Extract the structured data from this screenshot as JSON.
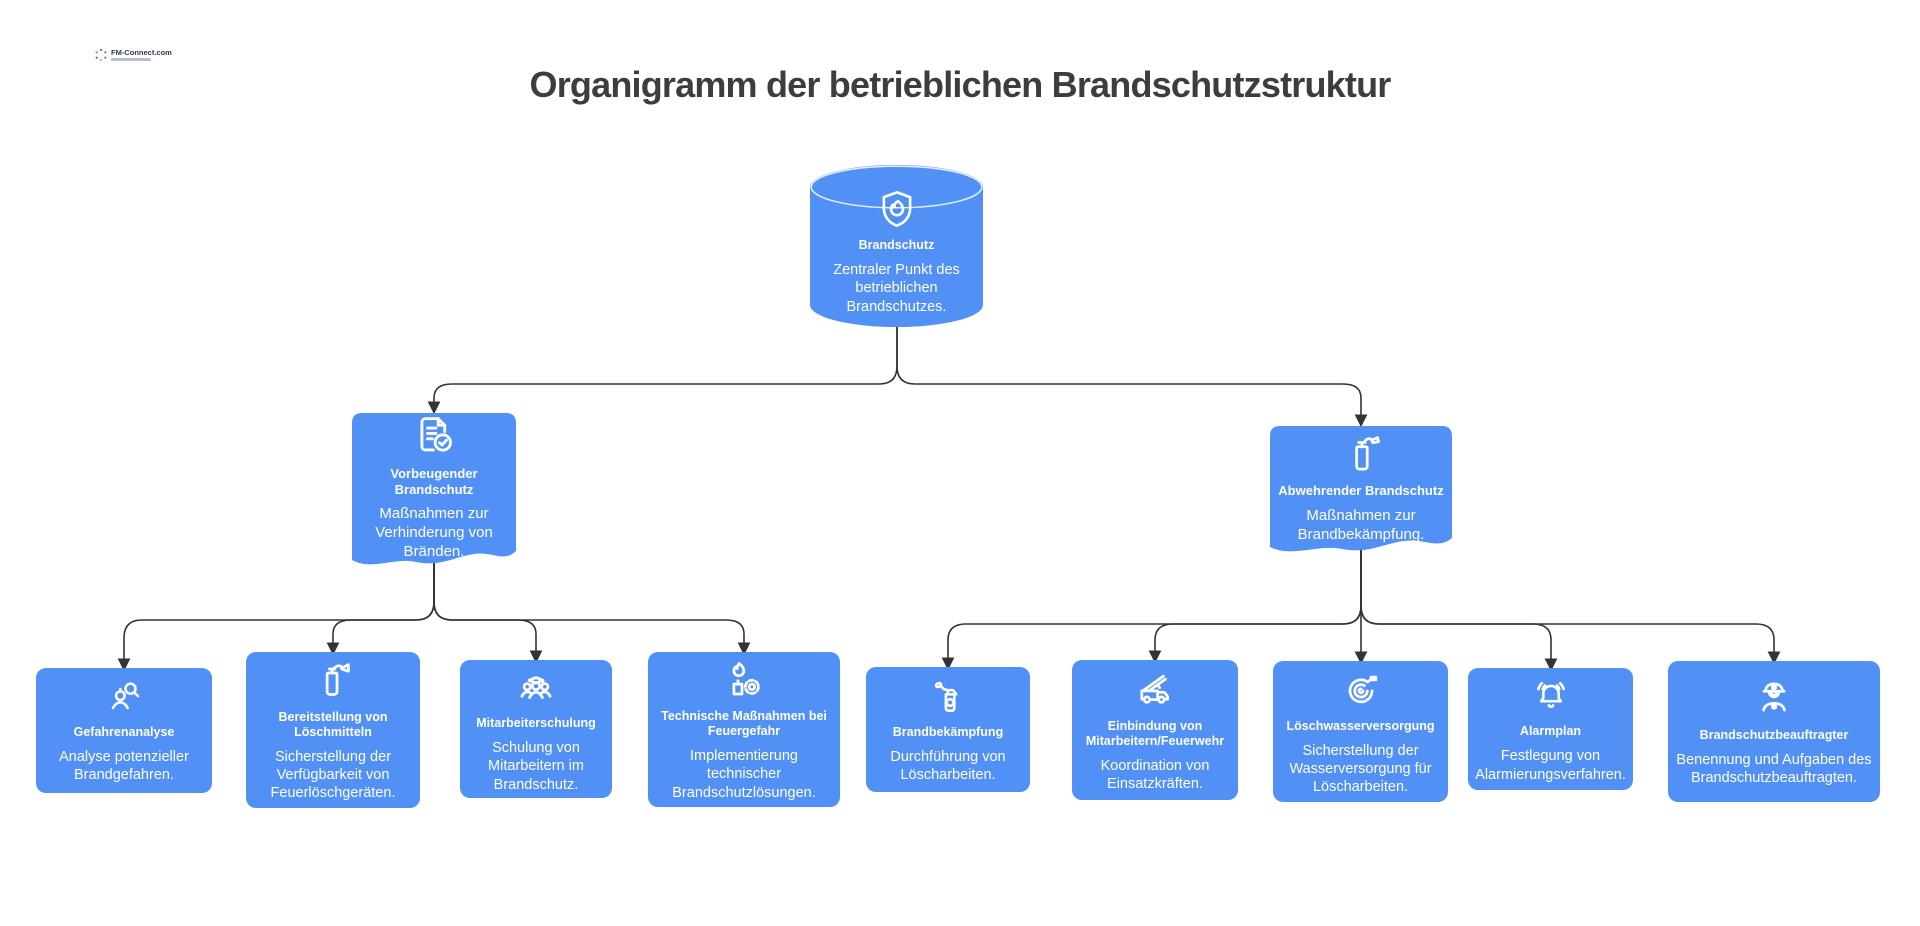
{
  "page": {
    "title": "Organigramm der betrieblichen Brandschutzstruktur"
  },
  "logo": {
    "text": "FM-Connect.com"
  },
  "colors": {
    "node_blue": "#5190f4",
    "connector": "#333333",
    "heading_text": "#3d3d3d",
    "node_text": "#ffffff"
  },
  "nodes": {
    "root": {
      "title": "Brandschutz",
      "description": "Zentraler Punkt des betrieblichen Brandschutzes.",
      "icon": "shield-flame-icon",
      "shape": "cylinder"
    },
    "vorbeugend": {
      "title": "Vorbeugender Brandschutz",
      "description": "Maßnahmen zur Verhinderung von Bränden.",
      "icon": "document-check-icon",
      "shape": "wave"
    },
    "abwehrend": {
      "title": "Abwehrender Brandschutz",
      "description": "Maßnahmen zur Brandbekämpfung.",
      "icon": "fire-extinguisher-icon",
      "shape": "wave"
    },
    "gefahrenanalyse": {
      "title": "Gefahrenanalyse",
      "description": "Analyse potenzieller Brandgefahren.",
      "icon": "person-magnifier-icon",
      "shape": "rect"
    },
    "loeschmittel": {
      "title": "Bereitstellung von Löschmitteln",
      "description": "Sicherstellung der Verfügbarkeit von Feuerlöschgeräten.",
      "icon": "extinguisher-horn-icon",
      "shape": "rect"
    },
    "schulung": {
      "title": "Mitarbeiterschulung",
      "description": "Schulung von Mitarbeitern im Brandschutz.",
      "icon": "people-graduation-icon",
      "shape": "rect"
    },
    "technisch": {
      "title": "Technische Maßnahmen bei Feuergefahr",
      "description": "Implementierung technischer Brandschutzlösungen.",
      "icon": "flame-gear-icon",
      "shape": "rect"
    },
    "bekaempfung": {
      "title": "Brandbekämpfung",
      "description": "Durchführung von Löscharbeiten.",
      "icon": "spray-flame-icon",
      "shape": "rect"
    },
    "einbindung": {
      "title": "Einbindung von Mitarbeitern/Feuerwehr",
      "description": "Koordination von Einsatzkräften.",
      "icon": "fire-truck-icon",
      "shape": "rect"
    },
    "loeschwasser": {
      "title": "Löschwasserversorgung",
      "description": "Sicherstellung der Wasserversorgung für Löscharbeiten.",
      "icon": "hose-coil-icon",
      "shape": "rect"
    },
    "alarmplan": {
      "title": "Alarmplan",
      "description": "Festlegung von Alarmierungsverfahren.",
      "icon": "alert-bell-icon",
      "shape": "rect"
    },
    "beauftragter": {
      "title": "Brandschutzbeauftragter",
      "description": "Benennung und Aufgaben des Brandschutzbeauftragten.",
      "icon": "firefighter-icon",
      "shape": "rect"
    }
  },
  "structure": {
    "root": "root",
    "children_of_root": [
      "vorbeugend",
      "abwehrend"
    ],
    "children_of_vorbeugend": [
      "gefahrenanalyse",
      "loeschmittel",
      "schulung",
      "technisch"
    ],
    "children_of_abwehrend": [
      "bekaempfung",
      "einbindung",
      "loeschwasser",
      "alarmplan",
      "beauftragter"
    ]
  }
}
